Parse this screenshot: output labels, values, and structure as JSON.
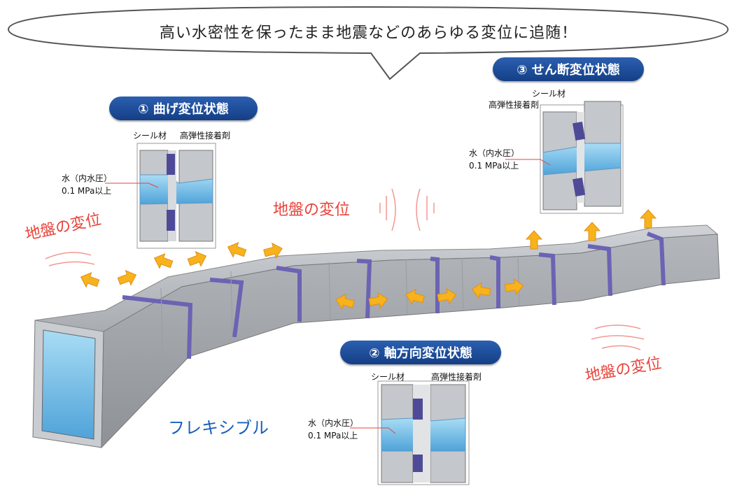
{
  "banner": {
    "text": "高い水密性を保ったまま地震などのあらゆる変位に追随！"
  },
  "states": [
    {
      "title": "① 曲げ変位状態",
      "seal": "シール材",
      "adhesive": "高弾性接着剤",
      "water": "水（内水圧）",
      "pressure": "0.1 MPa以上"
    },
    {
      "title": "② 軸方向変位状態",
      "seal": "シール材",
      "adhesive": "高弾性接着剤",
      "water": "水（内水圧）",
      "pressure": "0.1 MPa以上"
    },
    {
      "title": "③ せん断変位状態",
      "seal": "シール材",
      "adhesive": "高弾性接着剤",
      "water": "水（内水圧）",
      "pressure": "0.1 MPa以上"
    }
  ],
  "ground_labels": [
    "地盤の変位",
    "地盤の変位",
    "地盤の変位"
  ],
  "flexible_label": "フレキシブル",
  "colors": {
    "concrete": "#b9bcc0",
    "concrete_dark": "#8d9095",
    "water": "#7fc4ea",
    "joint": "#6b63b3",
    "arrow": "#f7b21c",
    "pill": "#1e4f9e",
    "ground_text": "#e8433a"
  }
}
